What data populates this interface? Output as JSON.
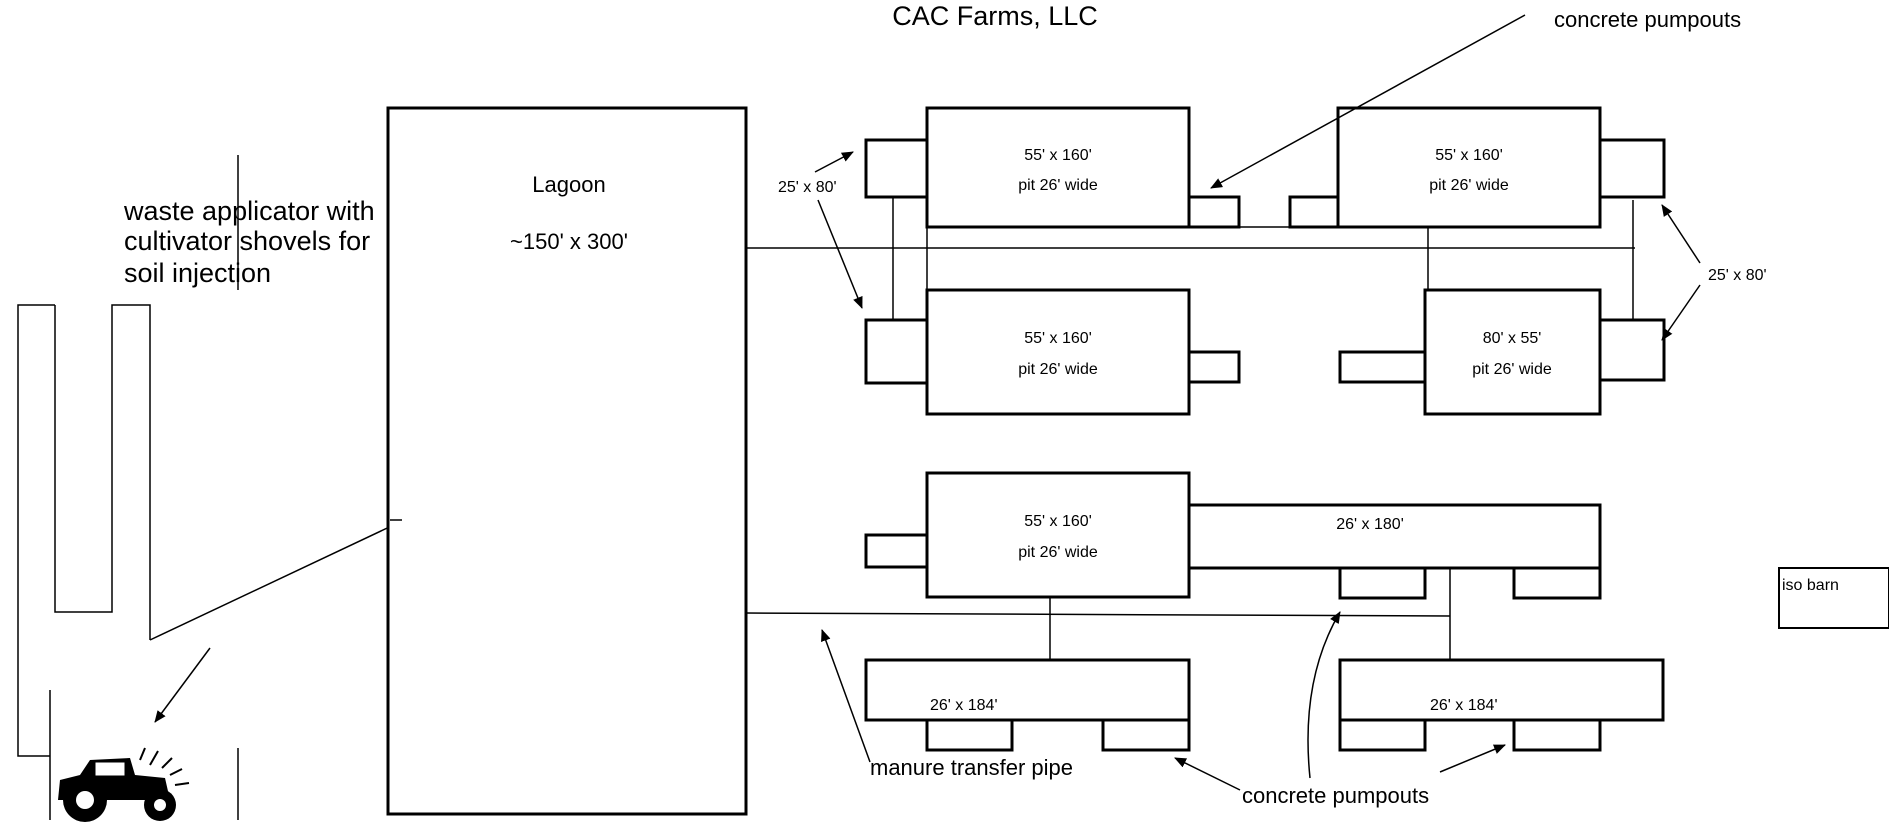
{
  "title": "CAC Farms, LLC",
  "lagoon": {
    "name": "Lagoon",
    "size": "~150' x 300'"
  },
  "applicator_note": [
    "waste applicator with",
    "cultivator shovels for",
    "soil injection"
  ],
  "barns": {
    "top_left": {
      "size": "55' x 160'",
      "pit": "pit 26' wide"
    },
    "top_right": {
      "size": "55' x 160'",
      "pit": "pit 26' wide"
    },
    "mid_left": {
      "size": "55' x 160'",
      "pit": "pit 26' wide"
    },
    "mid_right": {
      "size": "80' x 55'",
      "pit": "pit 26' wide"
    },
    "lower_left": {
      "size": "55' x 160'",
      "pit": "pit 26' wide"
    },
    "lower_long": {
      "size": "26' x 180'"
    },
    "bottom_left": {
      "size": "26' x 184'"
    },
    "bottom_right": {
      "size": "26' x 184'"
    },
    "iso": {
      "name": "iso barn"
    }
  },
  "pumpout_sizes": {
    "left": "25' x 80'",
    "right": "25' x 80'"
  },
  "callouts": {
    "concrete_pumpouts_top": "concrete pumpouts",
    "concrete_pumpouts_bottom": "concrete pumpouts",
    "manure_transfer_pipe": "manure transfer pipe"
  },
  "icons": {
    "tractor": "tractor-icon"
  }
}
